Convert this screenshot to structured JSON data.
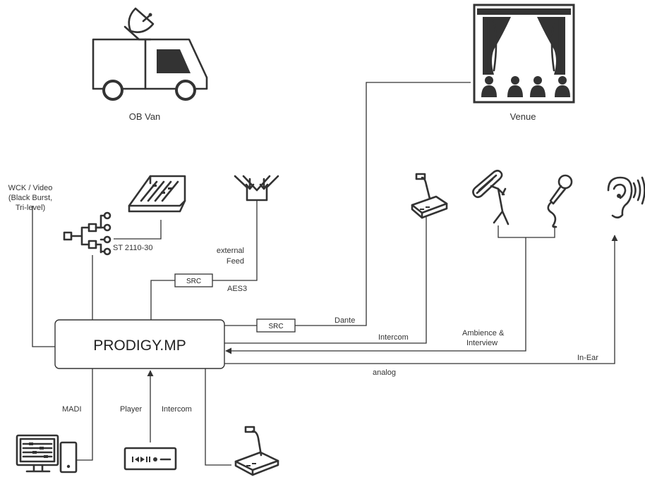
{
  "colors": {
    "line": "#333333",
    "text": "#333333",
    "background": "#ffffff"
  },
  "icons": {
    "ob_van": "ob-van-icon",
    "venue": "stage-venue-icon",
    "clock_tree": "sync-tree-icon",
    "mixing_console": "mixing-console-icon",
    "feed": "y-merge-icon",
    "intercom_station": "intercom-station-icon",
    "boom_mic": "boom-microphone-icon",
    "handheld_mic": "handheld-microphone-icon",
    "in_ear": "ear-icon",
    "computer": "computer-daw-icon",
    "player": "media-player-icon"
  },
  "nodes": {
    "center": "PRODIGY.MP",
    "ob_van": "OB Van",
    "venue": "Venue"
  },
  "labels": {
    "sync_line1": "WCK / Video",
    "sync_line2": "(Black Burst,",
    "sync_line3": "Tri-level)",
    "st2110": "ST 2110-30",
    "ext_feed_line1": "external",
    "ext_feed_line2": "Feed",
    "aes3": "AES3",
    "src_top": "SRC",
    "src_right": "SRC",
    "dante": "Dante",
    "intercom_right": "Intercom",
    "ambience_line1": "Ambience &",
    "ambience_line2": "Interview",
    "in_ear": "In-Ear",
    "analog": "analog",
    "madi": "MADI",
    "player": "Player",
    "intercom_bottom": "Intercom"
  }
}
